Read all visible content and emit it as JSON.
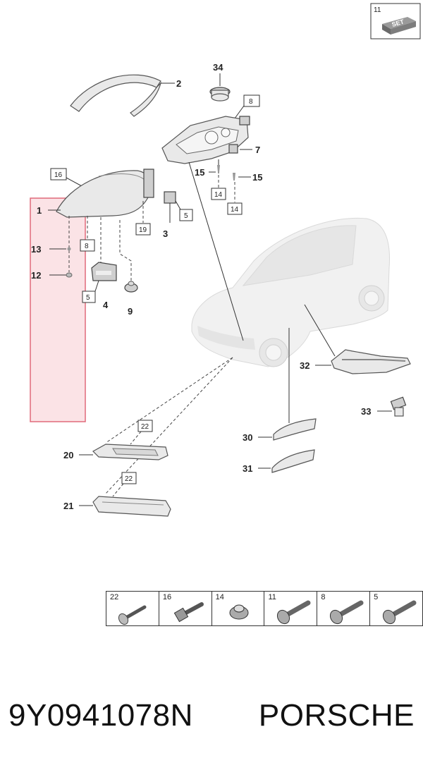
{
  "set_box": {
    "number": "11",
    "text": "SET"
  },
  "callouts": {
    "c1": "1",
    "c2": "2",
    "c3": "3",
    "c4": "4",
    "c7": "7",
    "c9": "9",
    "c12": "12",
    "c13": "13",
    "c15a": "15",
    "c15b": "15",
    "c20": "20",
    "c21": "21",
    "c30": "30",
    "c31": "31",
    "c32": "32",
    "c33": "33",
    "c34": "34"
  },
  "boxed_refs": {
    "b16": "16",
    "b8a": "8",
    "b8b": "8",
    "b5a": "5",
    "b5b": "5",
    "b19": "19",
    "b14a": "14",
    "b14b": "14",
    "b22a": "22",
    "b22b": "22"
  },
  "bolts": [
    {
      "number": "22",
      "icon": "bolt-icon"
    },
    {
      "number": "16",
      "icon": "flange-bolt-icon"
    },
    {
      "number": "14",
      "icon": "clip-nut-icon"
    },
    {
      "number": "11",
      "icon": "torx-bolt-icon"
    },
    {
      "number": "8",
      "icon": "torx-bolt-icon"
    },
    {
      "number": "5",
      "icon": "torx-bolt-icon"
    }
  ],
  "footer": {
    "part_number": "9Y0941078N",
    "brand": "PORSCHE"
  },
  "colors": {
    "highlight_fill": "#fbe3e6",
    "highlight_border": "#e06a7a"
  }
}
